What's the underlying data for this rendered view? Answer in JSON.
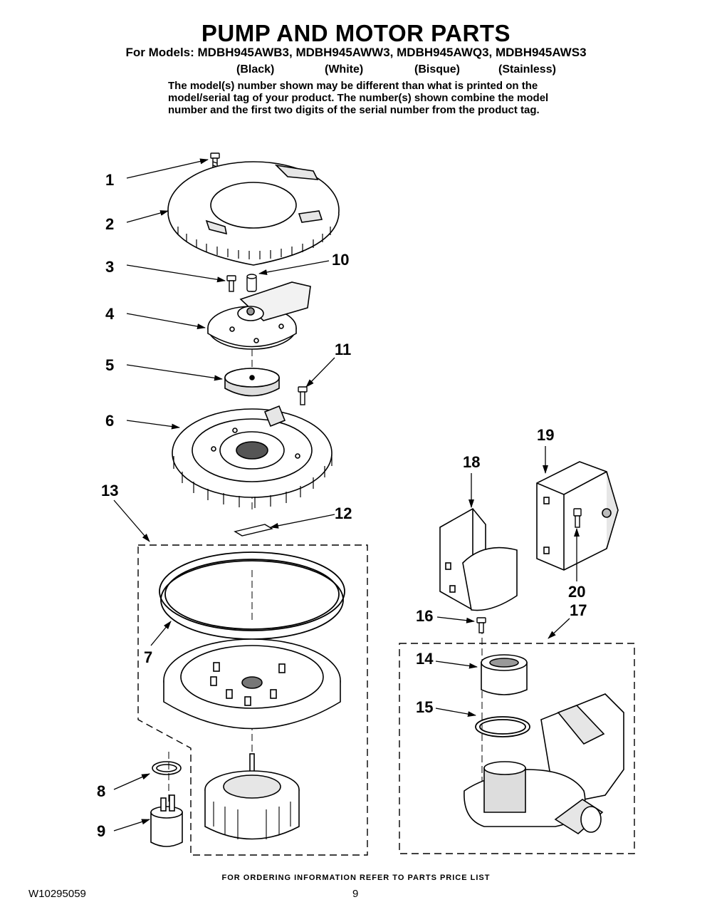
{
  "header": {
    "title": "PUMP AND MOTOR PARTS",
    "models_line": "For Models: MDBH945AWB3, MDBH945AWW3, MDBH945AWQ3, MDBH945AWS3",
    "variants": [
      "(Black)",
      "(White)",
      "(Bisque)",
      "(Stainless)"
    ],
    "note_lines": [
      "The model(s) number shown may be different than what is printed on the",
      "model/serial tag of your product. The number(s) shown combine the model",
      "number and the first two digits of the serial number from the product tag."
    ]
  },
  "callouts": [
    "1",
    "2",
    "3",
    "4",
    "5",
    "6",
    "7",
    "8",
    "9",
    "10",
    "11",
    "12",
    "13",
    "14",
    "15",
    "16",
    "17",
    "18",
    "19",
    "20"
  ],
  "footer": {
    "ordering_note": "FOR ORDERING INFORMATION REFER TO PARTS PRICE LIST",
    "doc_number": "W10295059",
    "page_number": "9"
  }
}
